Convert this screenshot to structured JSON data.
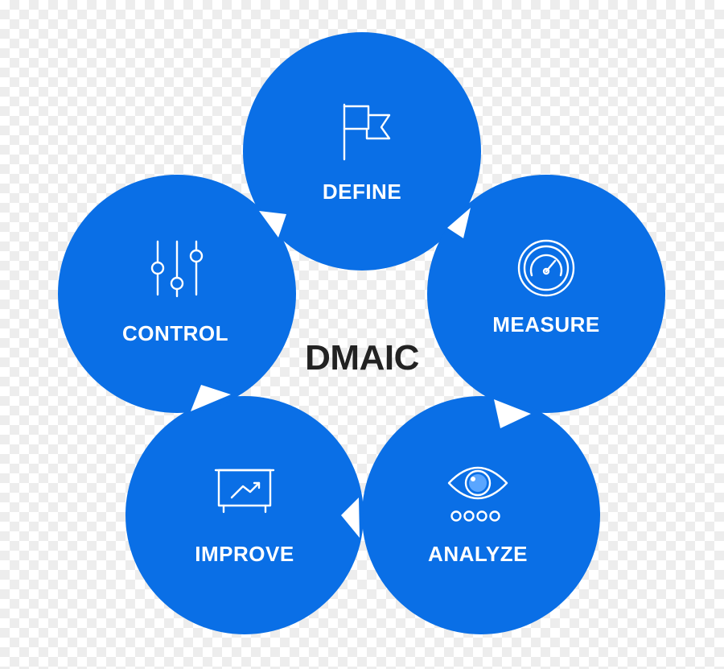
{
  "title": "DMAIC",
  "phases": [
    {
      "label": "DEFINE",
      "icon": "flag-icon"
    },
    {
      "label": "MEASURE",
      "icon": "gauge-icon"
    },
    {
      "label": "ANALYZE",
      "icon": "eye-icon"
    },
    {
      "label": "IMPROVE",
      "icon": "presentation-chart-icon"
    },
    {
      "label": "CONTROL",
      "icon": "sliders-icon"
    }
  ],
  "colors": {
    "circle": "#0a6fe6",
    "text": "#ffffff",
    "title": "#222222"
  }
}
